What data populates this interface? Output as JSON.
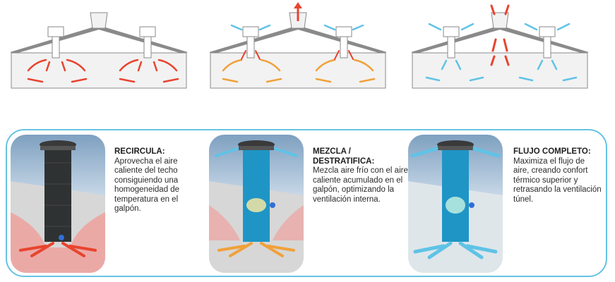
{
  "colors": {
    "hot": "#e8442f",
    "warm": "#f0a13a",
    "cool": "#5fc3e6",
    "frame": "#8a8a8a",
    "border": "#66c3e3"
  },
  "modes": [
    {
      "id": "recircula",
      "title": "RECIRCULA:",
      "description": "Aprovecha el aire caliente del techo consiguiendo una homogeneidad de temperatura en el galpón."
    },
    {
      "id": "mezcla",
      "title": "MEZCLA / DESTRATIFICA:",
      "description": "Mezcla aire frío con el aire caliente acumulado en el galpón, optimizando la ventilación interna."
    },
    {
      "id": "flujo",
      "title": "FLUJO COMPLETO:",
      "description": "Maximiza el flujo de aire, creando confort térmico superior y retrasando la ventilación túnel."
    }
  ]
}
